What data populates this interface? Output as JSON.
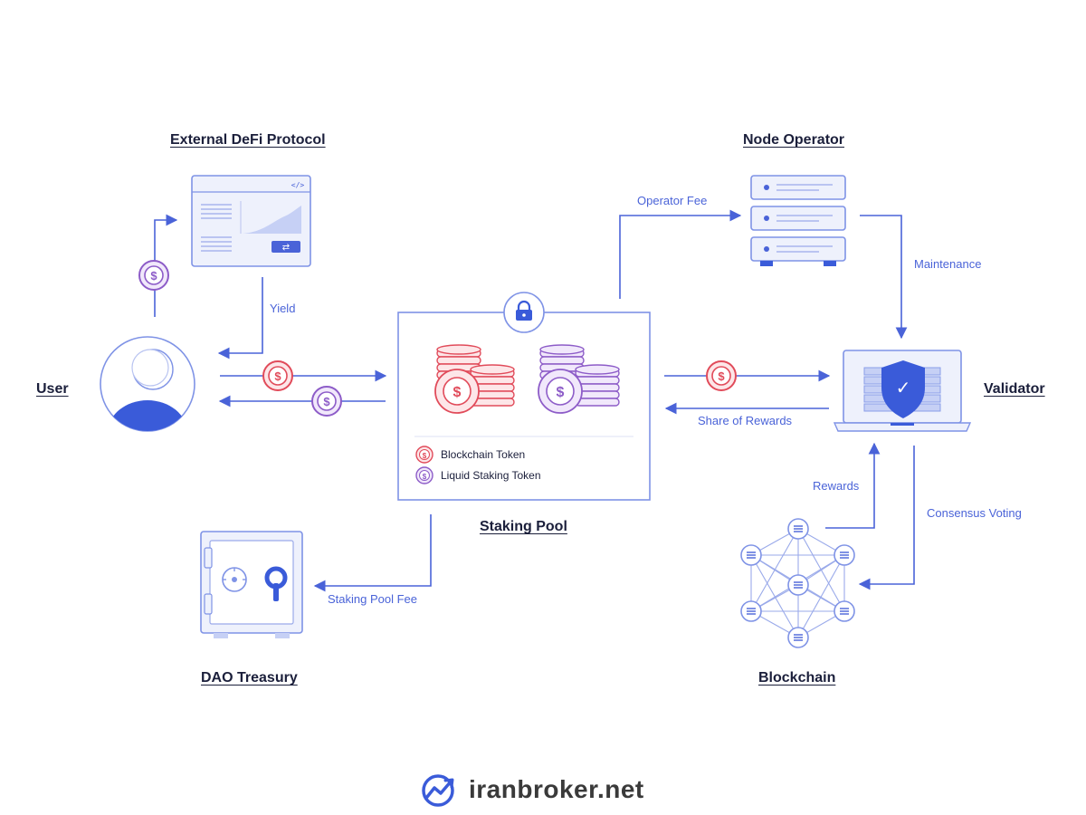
{
  "titles": {
    "external_defi": "External DeFi Protocol",
    "node_operator": "Node Operator",
    "user": "User",
    "validator": "Validator",
    "staking_pool": "Staking Pool",
    "dao_treasury": "DAO Treasury",
    "blockchain": "Blockchain"
  },
  "flows": {
    "yield": "Yield",
    "operator_fee": "Operator Fee",
    "maintenance": "Maintenance",
    "share_of_rewards": "Share of Rewards",
    "rewards": "Rewards",
    "consensus_voting": "Consensus Voting",
    "staking_pool_fee": "Staking Pool Fee"
  },
  "legend": {
    "blockchain_token": "Blockchain Token",
    "liquid_staking_token": "Liquid Staking Token"
  },
  "icons": {
    "code": "</>",
    "swap": "⇄",
    "dollar": "$",
    "check": "✓"
  },
  "watermark": "iranbroker.net",
  "colors": {
    "line": "#4a63d8",
    "outline": "#7f93e6",
    "fill_light": "#eef1fc",
    "user_body": "#3a5bd9",
    "red_token": "#e14b5a",
    "purple_token": "#8d5cc8",
    "title_text": "#1b1f3b"
  }
}
